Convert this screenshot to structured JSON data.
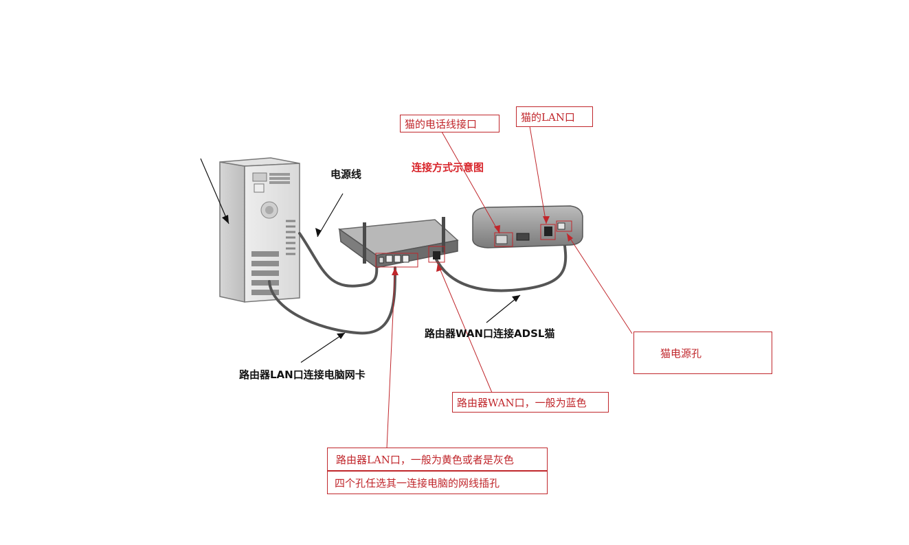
{
  "diagram": {
    "title": "连接方式示意图",
    "labels": {
      "power_cable": "电源线",
      "router_lan_to_pc": "路由器LAN口连接电脑网卡",
      "router_wan_to_modem": "路由器WAN口连接ADSL猫"
    },
    "callouts": {
      "modem_phone_port": "猫的电话线接口",
      "modem_lan_port": "猫的LAN口",
      "modem_power_hole": "猫电源孔",
      "router_wan_port": "路由器WAN口，一般为蓝色",
      "router_lan_port_line1": "路由器LAN口，一般为黄色或者是灰色",
      "router_lan_port_line2": "四个孔任选其一连接电脑的网线插孔"
    },
    "colors": {
      "callout": "#c0262b",
      "title": "#d8242a",
      "device_dark": "#6b6b6b",
      "device_light": "#d8d8d8",
      "cable": "#555555"
    }
  }
}
